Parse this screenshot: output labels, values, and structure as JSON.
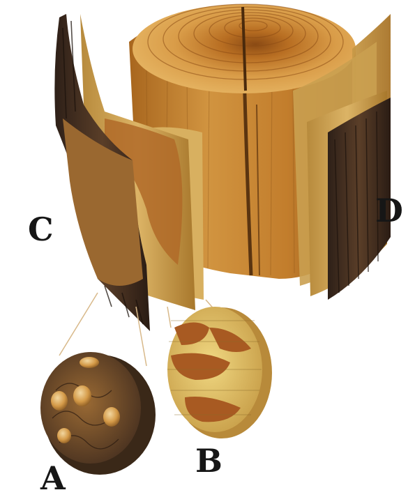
{
  "labels": {
    "a": "A",
    "b": "B",
    "c": "C",
    "d": "D"
  },
  "colors": {
    "background": "#ffffff",
    "wood_light": "#d9a24a",
    "wood_mid": "#c07a28",
    "wood_dark": "#8a5418",
    "bark_dark": "#3e2c1e",
    "bark_mid": "#6b4a2e",
    "phloem_light": "#e8c878",
    "label_text": "#161616"
  }
}
